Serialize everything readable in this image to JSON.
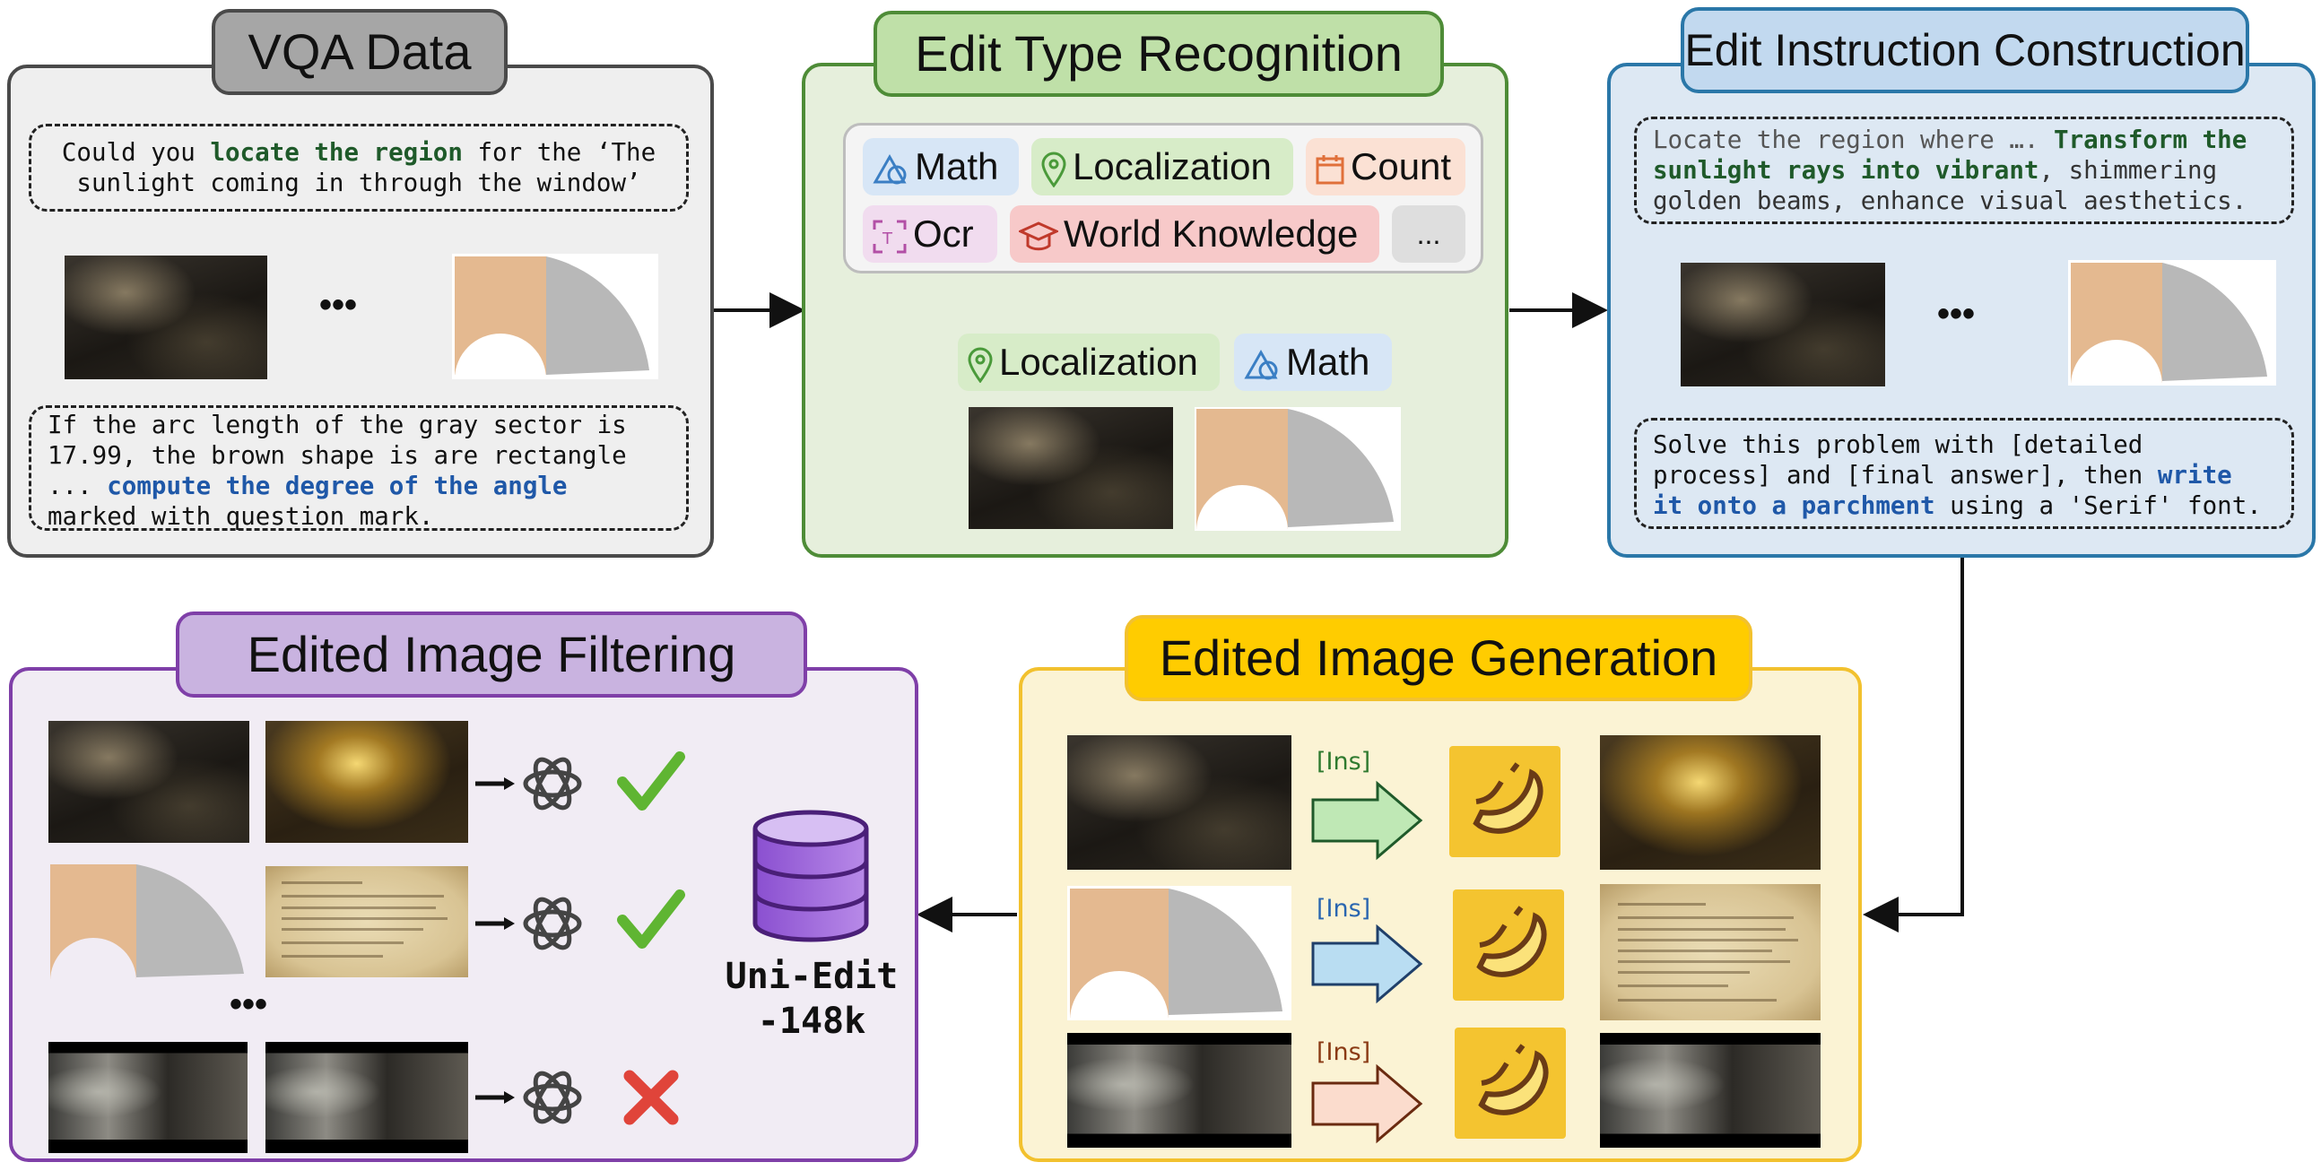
{
  "panels": {
    "vqa": {
      "title": "VQA Data",
      "q1_pre": "Could you ",
      "q1_bold": "locate the region",
      "q1_post": " for the ‘The sunlight coming in through the window’",
      "ellipsis": "•••",
      "q2_pre": "If the arc length of the gray sector is 17.99, the brown shape is are rectangle ... ",
      "q2_bold": "compute the degree of the angle",
      "q2_post": " marked with question mark."
    },
    "recognition": {
      "title": "Edit Type Recognition",
      "chips": [
        "Math",
        "Localization",
        "Count",
        "Ocr",
        "World Knowledge",
        "..."
      ],
      "selected": [
        "Localization",
        "Math"
      ]
    },
    "instruction": {
      "title": "Edit Instruction Construction",
      "i1_pre": "Locate the region where …. ",
      "i1_bold": "Transform the sunlight rays into vibrant",
      "i1_post": ", shimmering golden beams, enhance visual aesthetics.",
      "ellipsis": "•••",
      "i2_pre": "Solve this problem with [detailed process] and [final answer], then ",
      "i2_bold": "write it onto a parchment",
      "i2_post": " using a 'Serif' font."
    },
    "generation": {
      "title": "Edited Image Generation",
      "ins_label": "[Ins]"
    },
    "filtering": {
      "title": "Edited Image Filtering",
      "ellipsis": "•••",
      "results": [
        "pass",
        "pass",
        "fail"
      ],
      "dataset": "Uni-Edit\n-148k"
    }
  },
  "colors": {
    "vqa_border": "#4a4a4a",
    "vqa_bg": "#efefef",
    "vqa_tab": "#a6a6a6",
    "recog_border": "#4e8c37",
    "recog_bg": "#e6efdc",
    "recog_tab": "#bfe0a8",
    "instr_border": "#2a77a8",
    "instr_bg": "#dde8f3",
    "instr_tab": "#c2d9ef",
    "gen_border": "#f2c12e",
    "gen_bg": "#fbf3d4",
    "gen_tab": "#ffcc00",
    "filt_border": "#7f3fa8",
    "filt_bg": "#f1ecf4",
    "filt_tab": "#c9b3e0"
  },
  "icons": [
    "math-icon",
    "location-pin-icon",
    "count-icon",
    "ocr-icon",
    "graduation-cap-icon",
    "openai-logo-icon",
    "check-icon",
    "cross-icon",
    "database-icon",
    "banana-icon",
    "right-arrow-icon"
  ]
}
